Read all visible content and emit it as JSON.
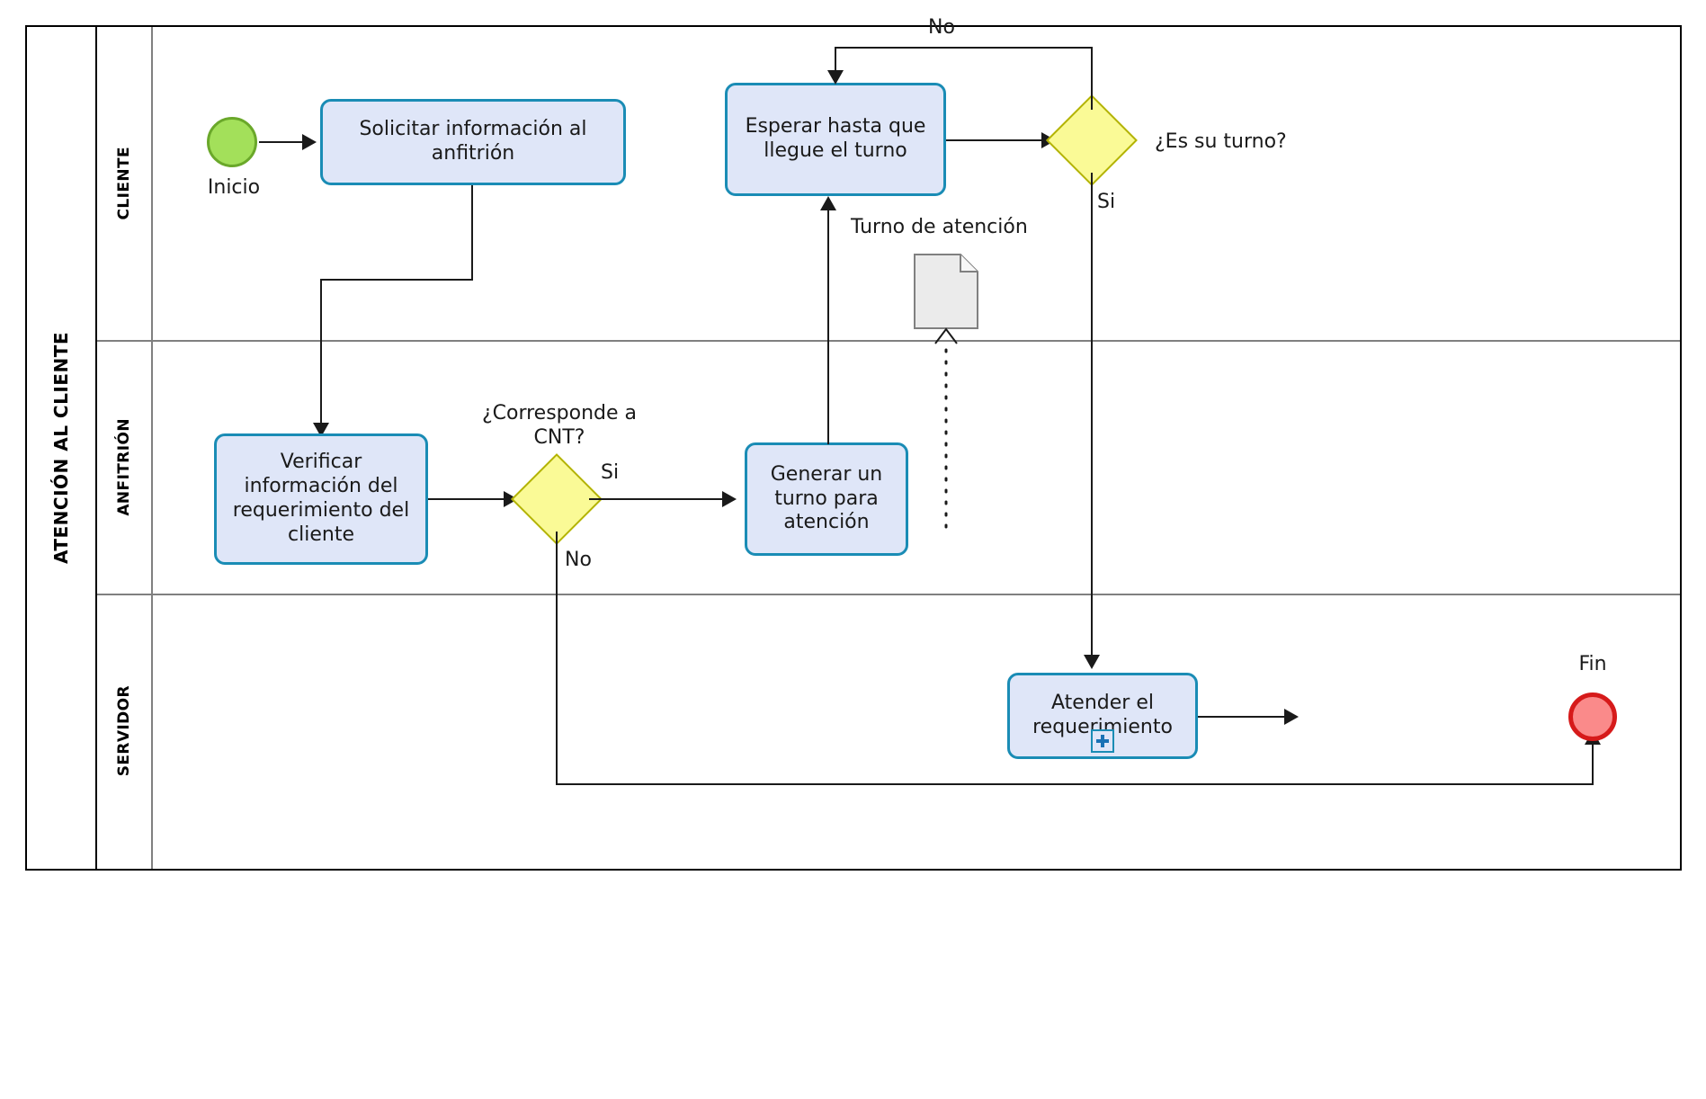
{
  "diagram": {
    "type": "bpmn-process-flow",
    "pool": {
      "name": "ATENCIÓN AL CLIENTE"
    },
    "lanes": [
      {
        "id": "lane-cliente",
        "name": "CLIENTE"
      },
      {
        "id": "lane-anfitrion",
        "name": "ANFITRIÓN"
      },
      {
        "id": "lane-servidor",
        "name": "SERVIDOR"
      }
    ],
    "events": [
      {
        "id": "start-inicio",
        "kind": "start",
        "label": "Inicio",
        "lane": "CLIENTE",
        "color": "#a3e05a"
      },
      {
        "id": "end-fin",
        "kind": "end",
        "label": "Fin",
        "lane": "SERVIDOR",
        "color": "#fa8a8a"
      }
    ],
    "tasks": [
      {
        "id": "task-solicitar",
        "label": "Solicitar información al anfitrión",
        "lane": "CLIENTE",
        "marker": "none"
      },
      {
        "id": "task-esperar",
        "label": "Esperar hasta que llegue el turno",
        "lane": "CLIENTE",
        "marker": "none"
      },
      {
        "id": "task-verificar",
        "label": "Verificar información del requerimiento del cliente",
        "lane": "ANFITRIÓN",
        "marker": "none"
      },
      {
        "id": "task-generar",
        "label": "Generar un turno para atención",
        "lane": "ANFITRIÓN",
        "marker": "none"
      },
      {
        "id": "task-atender",
        "label": "Atender el requerimiento",
        "lane": "SERVIDOR",
        "marker": "sub-process"
      }
    ],
    "gateways": [
      {
        "id": "gw-cnt",
        "label": "¿Corresponde a CNT?",
        "lane": "ANFITRIÓN",
        "color": "#fafa96"
      },
      {
        "id": "gw-turno",
        "label": "¿Es su turno?",
        "lane": "CLIENTE",
        "color": "#fafa96"
      }
    ],
    "artifacts": [
      {
        "id": "doc-turno",
        "kind": "data-object",
        "label": "Turno de atención",
        "lane": "CLIENTE",
        "color": "#ebebeb"
      }
    ],
    "flow_labels": {
      "gw_cnt_si": "Si",
      "gw_cnt_no": "No",
      "gw_turno_si": "Si",
      "gw_turno_no": "No"
    },
    "colors": {
      "task_fill": "#dfe6f8",
      "task_stroke": "#1a8cb5",
      "gateway_fill": "#fafa96",
      "gateway_stroke": "#b3b300",
      "start_fill": "#a3e05a",
      "start_stroke": "#6aa82a",
      "end_fill": "#fa8a8a",
      "end_stroke": "#d61a1a",
      "artifact_fill": "#ebebeb",
      "connector": "#1a1a1a",
      "pool_border": "#000000",
      "lane_divider": "#808080"
    }
  }
}
